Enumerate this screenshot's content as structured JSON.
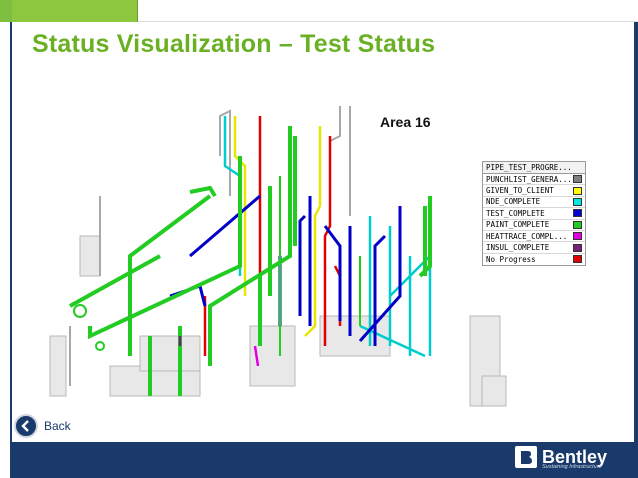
{
  "slide": {
    "title": "Status Visualization – Test Status",
    "area_label": "Area 16"
  },
  "legend": {
    "header": "PIPE_TEST_PROGRE...",
    "items": [
      {
        "label": "PUNCHLIST_GENERA...",
        "color": "#808080"
      },
      {
        "label": "GIVEN_TO_CLIENT",
        "color": "#ffff00"
      },
      {
        "label": "NDE_COMPLETE",
        "color": "#00e5e5"
      },
      {
        "label": "TEST_COMPLETE",
        "color": "#0000d0"
      },
      {
        "label": "PAINT_COMPLETE",
        "color": "#22cc22"
      },
      {
        "label": "HEATTRACE_COMPL...",
        "color": "#e000e0"
      },
      {
        "label": "INSUL_COMPLETE",
        "color": "#7a1f7a"
      },
      {
        "label": "No Progress",
        "color": "#e00000"
      }
    ]
  },
  "footer": {
    "back_label": "Back",
    "logo_text": "Bentley",
    "logo_tagline": "Sustaining Infrastructure"
  },
  "colors": {
    "title_green": "#6ab023",
    "frame_navy": "#1a3a6b"
  }
}
